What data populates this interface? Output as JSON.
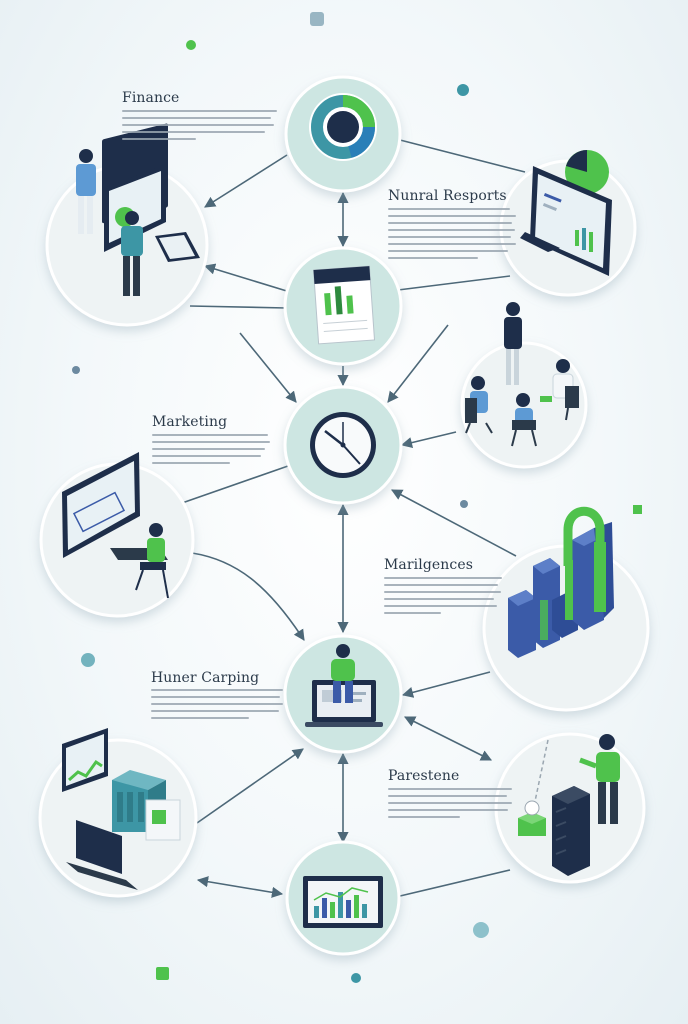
{
  "labels": {
    "finance": "Finance",
    "nunral_resports": "Nunral Resports",
    "marketing": "Marketing",
    "marilgences": "Marilgences",
    "huner_carping": "Huner Carping",
    "parestene": "Parestene"
  },
  "colors": {
    "hub_fill": "#cde6e2",
    "hub_ring": "#ffffff",
    "side_fill": "#eef3f4",
    "arrow": "#4d6878",
    "accent_green": "#4fc24c",
    "accent_teal": "#3d96a5",
    "navy": "#1e2e4a",
    "blue": "#3b5ba8"
  },
  "icons": {
    "top_hub": "donut-chart-icon",
    "second_hub": "calendar-chart-icon",
    "center_hub": "clock-icon",
    "fourth_hub": "laptop-person-icon",
    "bottom_hub": "laptop-bar-chart-icon",
    "finance_node": "monitor-team-icon",
    "reports_node": "monitor-pie-icon",
    "meeting_node": "meeting-people-icon",
    "marketing_node": "desk-worker-icon",
    "marilgences_node": "bar-chart-3d-icon",
    "huner_node": "devices-icon",
    "parestene_node": "server-person-icon"
  }
}
